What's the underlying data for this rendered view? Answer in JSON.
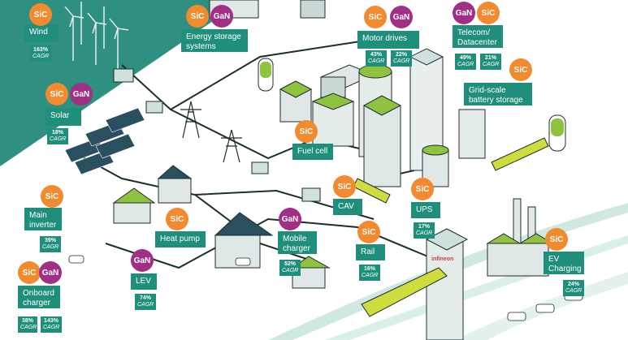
{
  "colors": {
    "teal_dark": "#2f8f80",
    "teal_label": "#1f8f7c",
    "sic_orange": "#f28b30",
    "gan_purple": "#a12f86",
    "roof_green": "#8fc23e",
    "background": "#ffffff"
  },
  "badges": {
    "sic": "SiC",
    "gan": "GaN"
  },
  "labels": {
    "wind": "Wind",
    "solar": "Solar",
    "energy_storage": "Energy storage systems",
    "motor_drives": "Motor drives",
    "telecom": "Telecom/ Datacenter",
    "grid_storage": "Grid-scale battery storage",
    "fuel_cell": "Fuel cell",
    "main_inverter": "Main inverter",
    "heat_pump": "Heat pump",
    "lev": "LEV",
    "onboard_charger": "Onboard charger",
    "mobile_charger": "Mobile charger",
    "cav": "CAV",
    "ups": "UPS",
    "rail": "Rail",
    "ev_charging": "EV Charging"
  },
  "cagr_unit": "CAGR",
  "cagr": {
    "wind": "163%",
    "solar": "18%",
    "motor_sic": "43%",
    "motor_gan": "22%",
    "telecom_gan": "49%",
    "telecom_sic": "21%",
    "main_inverter": "39%",
    "lev": "74%",
    "onboard_sic": "38%",
    "onboard_gan": "143%",
    "mobile_charger": "52%",
    "ups": "17%",
    "rail": "16%",
    "ev_charging": "24%"
  },
  "logo_text": "infineon"
}
